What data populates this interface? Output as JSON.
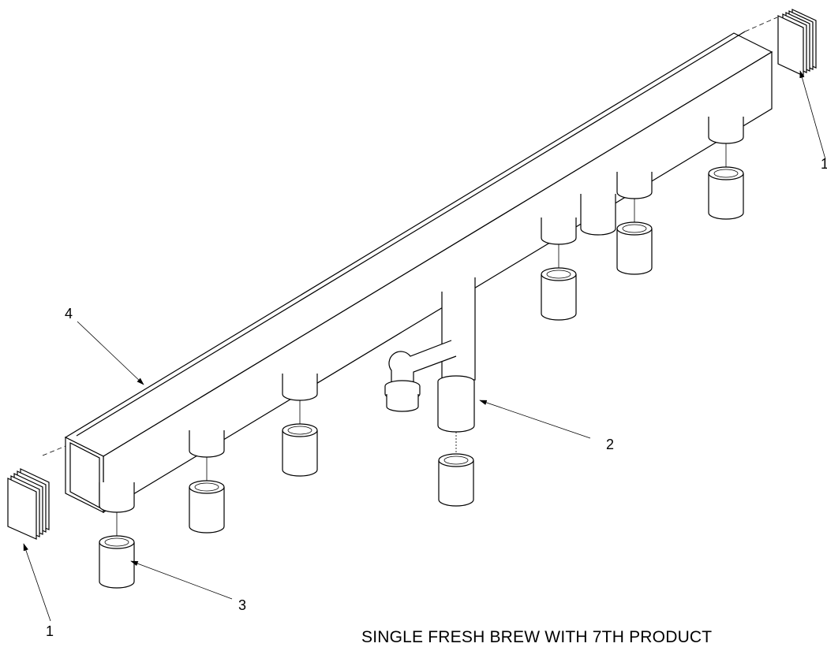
{
  "callouts": [
    {
      "id": "callout-1",
      "label": "1"
    },
    {
      "id": "callout-2",
      "label": "2"
    },
    {
      "id": "callout-3",
      "label": "3"
    },
    {
      "id": "callout-4",
      "label": "4"
    },
    {
      "id": "callout-1-right",
      "label": "1"
    }
  ],
  "caption": "SINGLE FRESH BREW WITH 7TH PRODUCT"
}
